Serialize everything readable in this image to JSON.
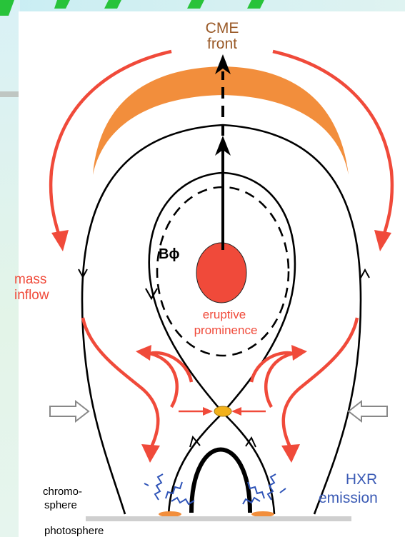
{
  "labels": {
    "cme_line1": "CME",
    "cme_line2": "front",
    "b_phi": "Bϕ",
    "mass_line1": "mass",
    "mass_line2": "inflow",
    "eruptive_line1": "eruptive",
    "eruptive_line2": "prominence",
    "hxr_line1": "HXR",
    "hxr_line2": "emission",
    "chromo_line1": "chromo-",
    "chromo_line2": "sphere",
    "photosphere": "photosphere"
  },
  "colors": {
    "cme_label": "#9a5a28",
    "red": "#f04a3a",
    "orange": "#f28e3c",
    "blue": "#2f54b8",
    "hxr_label": "#3b5bb5",
    "flare": "#f2b11b",
    "header_green": "#28c33a"
  }
}
